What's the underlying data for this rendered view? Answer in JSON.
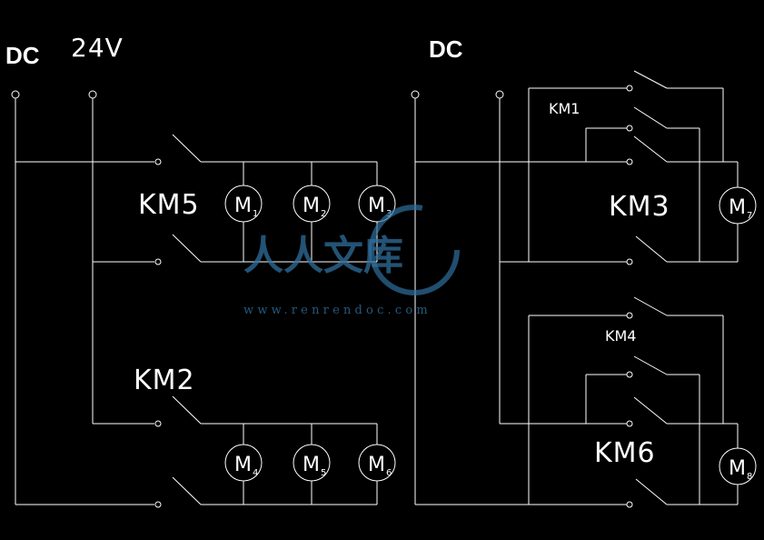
{
  "labels": {
    "dc_left": "DC",
    "voltage": "24V",
    "dc_right": "DC",
    "km5": "KM5",
    "km2": "KM2",
    "km1": "KM1",
    "km3": "KM3",
    "km4": "KM4",
    "km6": "KM6"
  },
  "motors": [
    {
      "letter": "M",
      "sub": "1"
    },
    {
      "letter": "M",
      "sub": "2"
    },
    {
      "letter": "M",
      "sub": "3"
    },
    {
      "letter": "M",
      "sub": "4"
    },
    {
      "letter": "M",
      "sub": "5"
    },
    {
      "letter": "M",
      "sub": "6"
    },
    {
      "letter": "M",
      "sub": "7"
    },
    {
      "letter": "M",
      "sub": "8"
    }
  ],
  "watermark": {
    "text": "人人文库",
    "url": "www.renrendoc.com",
    "color": "#2f6f9c"
  }
}
